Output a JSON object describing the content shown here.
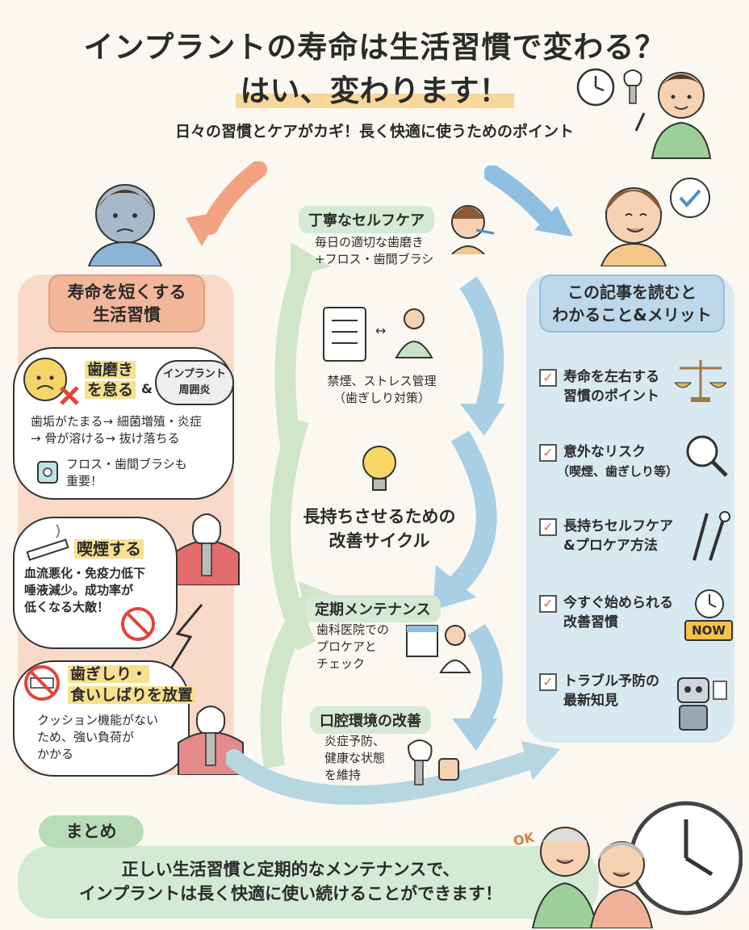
{
  "header": {
    "title_line1": "インプラントの寿命は生活習慣で変わる？",
    "title_line2": "はい、変わります！",
    "subtitle": "日々の習慣とケアがカギ！長く快適に使うためのポイント"
  },
  "left_panel": {
    "title_line1": "寿命を短くする",
    "title_line2": "生活習慣",
    "item1": {
      "label_line1": "歯磨き",
      "label_line2": "を怠る",
      "amp": "&",
      "tag_line1": "インプラント",
      "tag_line2": "周囲炎",
      "desc_line1": "歯垢がたまる→ 細菌増殖・炎症",
      "desc_line2": "→ 骨が溶ける→ 抜け落ちる",
      "note_line1": "フロス・歯間ブラシも",
      "note_line2": "重要！"
    },
    "item2": {
      "label": "喫煙する",
      "desc_line1": "血流悪化・免疫力低下",
      "desc_line2": "唾液減少。成功率が",
      "desc_line3": "低くなる大敵！"
    },
    "item3": {
      "label_line1": "歯ぎしり・",
      "label_line2": "食いしばりを放置",
      "desc_line1": "クッション機能がない",
      "desc_line2": "ため、強い負荷が",
      "desc_line3": "かかる"
    }
  },
  "cycle": {
    "step1": {
      "title": "丁寧なセルフケア",
      "desc_line1": "毎日の適切な歯磨き",
      "desc_line2": "+フロス・歯間ブラシ"
    },
    "step2": {
      "desc_line1": "禁煙、ストレス管理",
      "desc_line2": "（歯ぎしり対策）"
    },
    "center_line1": "長持ちさせるための",
    "center_line2": "改善サイクル",
    "step3": {
      "title": "定期メンテナンス",
      "desc_line1": "歯科医院での",
      "desc_line2": "プロケアと",
      "desc_line3": "チェック"
    },
    "step4": {
      "title": "口腔環境の改善",
      "desc_line1": "炎症予防、",
      "desc_line2": "健康な状態",
      "desc_line3": "を維持"
    }
  },
  "right_panel": {
    "title_line1": "この記事を読むと",
    "title_line2": "わかること&メリット",
    "items": [
      {
        "line1": "寿命を左右する",
        "line2": "習慣のポイント"
      },
      {
        "line1": "意外なリスク",
        "line2": "（喫煙、歯ぎしり等）"
      },
      {
        "line1": "長持ちセルフケア",
        "line2": "&プロケア方法"
      },
      {
        "line1": "今すぐ始められる",
        "line2": "改善習慣"
      },
      {
        "line1": "トラブル予防の",
        "line2": "最新知見"
      }
    ],
    "now_badge": "NOW"
  },
  "summary": {
    "label": "まとめ",
    "line1": "正しい生活習慣と定期的なメンテナンスで、",
    "line2": "インプラントは長く快適に使い続けることができます！",
    "ok": "OK"
  },
  "colors": {
    "left_bg": "#f9d9c7",
    "right_bg": "#d9e9f2",
    "summary_bg": "#d3ead4",
    "accent_orange": "#f2b79b"
  }
}
